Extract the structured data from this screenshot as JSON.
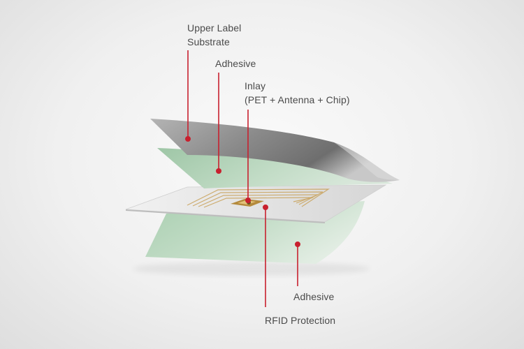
{
  "labels": {
    "upper_line1": "Upper Label",
    "upper_line2": "Substrate",
    "adhesive_top": "Adhesive",
    "inlay_line1": "Inlay",
    "inlay_line2": "(PET + Antenna + Chip)",
    "adhesive_bottom": "Adhesive",
    "rfid_protection": "RFID Protection"
  },
  "colors": {
    "leader": "#c8202e",
    "text": "#4a4a4a",
    "substrate": "#8f8f8f",
    "adhesive": "#b9d6bd",
    "inlay": "#e6e6e6",
    "antenna": "#c9a25a"
  }
}
